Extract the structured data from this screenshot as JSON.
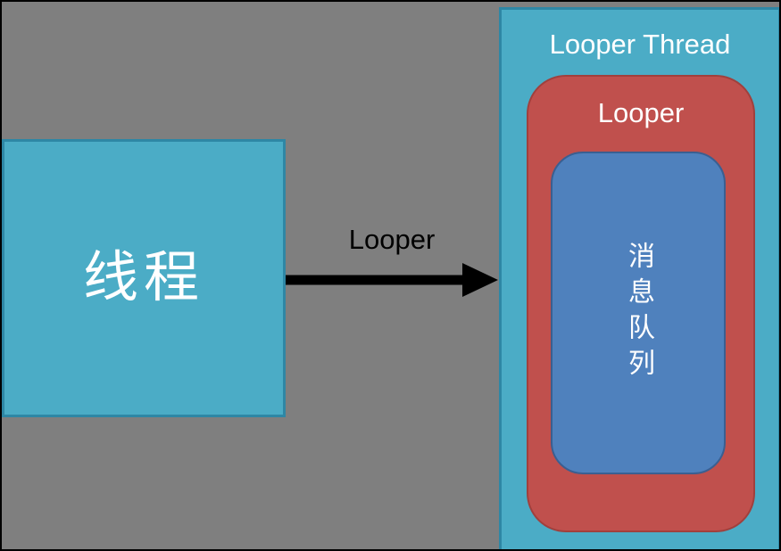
{
  "diagram": {
    "background_color": "#7f7f7f",
    "thread_box": {
      "label": "线程",
      "fill": "#4bacc6",
      "border": "#2e87a5",
      "text_color": "#ffffff"
    },
    "arrow": {
      "label": "Looper",
      "color": "#000000",
      "direction": "right"
    },
    "looper_thread_box": {
      "title": "Looper Thread",
      "fill": "#4bacc6",
      "border": "#2e87a5",
      "text_color": "#ffffff"
    },
    "looper_box": {
      "title": "Looper",
      "fill": "#c0504d",
      "text_color": "#ffffff"
    },
    "message_queue_box": {
      "label": "消息队列",
      "fill": "#4f81bd",
      "text_color": "#ffffff"
    }
  }
}
